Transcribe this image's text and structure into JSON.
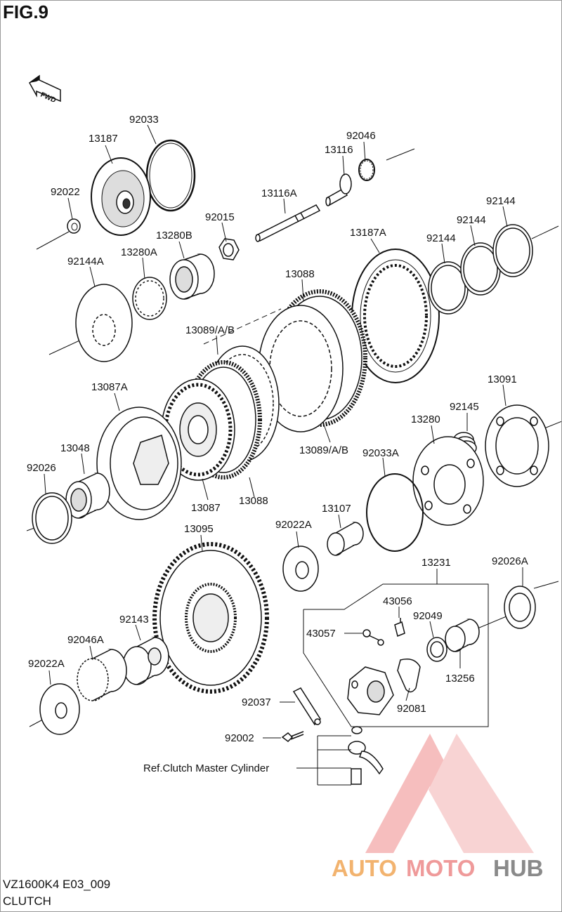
{
  "figure": {
    "title": "FIG.9",
    "code": "VZ1600K4 E03_009",
    "caption": "CLUTCH"
  },
  "direction": {
    "label": "FWD"
  },
  "reference": {
    "label": "Ref.Clutch Master Cylinder"
  },
  "parts": {
    "p92033": "92033",
    "p13187": "13187",
    "p92046": "92046",
    "p13116": "13116",
    "p92022": "92022",
    "p13116A": "13116A",
    "p92144_a": "92144",
    "p92144_b": "92144",
    "p92144_c": "92144",
    "p92015": "92015",
    "p13280B": "13280B",
    "p13187A": "13187A",
    "p13280A": "13280A",
    "p92144A": "92144A",
    "p13088_top": "13088",
    "p13089_top": "13089/A/B",
    "p13091": "13091",
    "p13087A": "13087A",
    "p92145": "92145",
    "p13280": "13280",
    "p13048": "13048",
    "p13089_bottom": "13089/A/B",
    "p92033A": "92033A",
    "p92026": "92026",
    "p13087": "13087",
    "p13088_bottom": "13088",
    "p13107": "13107",
    "p92022A_mid": "92022A",
    "p13095": "13095",
    "p13231": "13231",
    "p92026A": "92026A",
    "p43056": "43056",
    "p92049": "92049",
    "p92143": "92143",
    "p43057": "43057",
    "p92046A": "92046A",
    "p13256": "13256",
    "p92022A_low": "92022A",
    "p92081": "92081",
    "p92037": "92037",
    "p92002": "92002"
  },
  "watermark": {
    "auto": "AUTO",
    "moto": "MOTO",
    "hub": "HUB",
    "color_main": "#f2a0a0",
    "color_hub": "#8a8a8a"
  }
}
